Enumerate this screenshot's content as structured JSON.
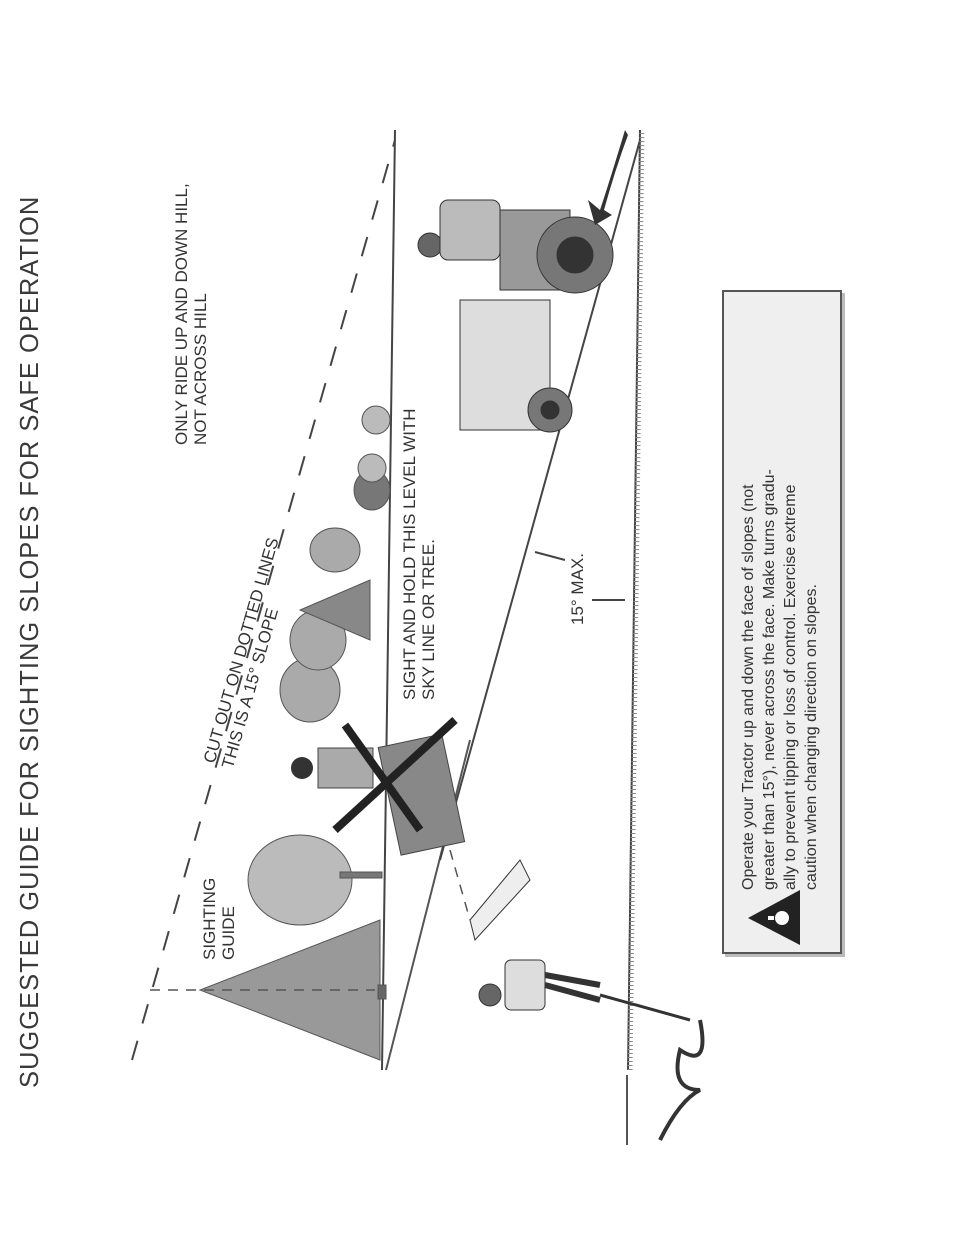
{
  "title": "SUGGESTED GUIDE FOR SIGHTING SLOPES FOR SAFE OPERATION",
  "labels": {
    "sighting_guide": [
      "SIGHTING",
      "GUIDE"
    ],
    "cut_out": [
      "CUT OUT ON DOTTED LINES",
      "THIS IS A 15° SLOPE"
    ],
    "sight_and_hold": [
      "SIGHT AND HOLD THIS LEVEL WITH",
      "SKY LINE OR TREE."
    ],
    "max_angle": "15° MAX.",
    "ride_rule": [
      "ONLY RIDE UP AND DOWN HILL,",
      "NOT ACROSS HILL"
    ]
  },
  "warning": {
    "icon": "warning-triangle-icon",
    "lines": [
      "Operate your Tractor up and down the face of slopes (not",
      "greater than 15°), never across the face. Make turns gradu-",
      "ally to prevent tipping or loss of control. Exercise extreme",
      "caution when changing direction on slopes."
    ]
  }
}
